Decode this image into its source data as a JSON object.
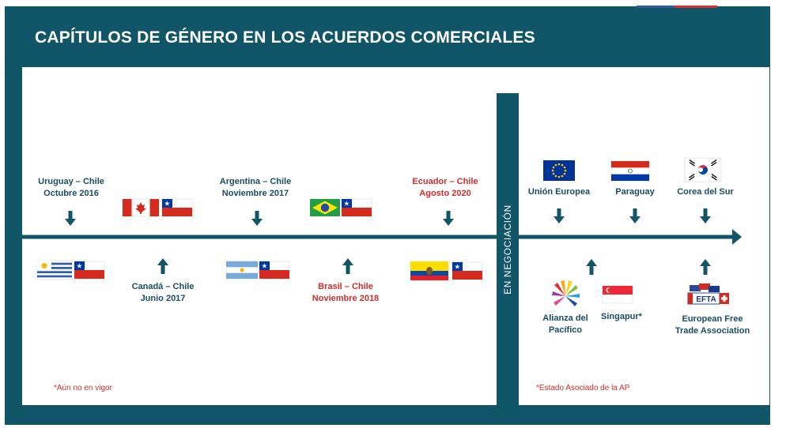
{
  "title": "CAPÍTULOS DE GÉNERO EN LOS ACUERDOS COMERCIALES",
  "negotiation_label": "EN NEGOCIACIÓN",
  "signed": {
    "uruguay": {
      "line1": "Uruguay – Chile",
      "line2": "Octubre 2016"
    },
    "canada": {
      "line1": "Canadá – Chile",
      "line2": "Junio 2017"
    },
    "argentina": {
      "line1": "Argentina – Chile",
      "line2": "Noviembre 2017"
    },
    "brasil": {
      "line1": "Brasil – Chile",
      "line2": "Noviembre 2018"
    },
    "ecuador": {
      "line1": "Ecuador – Chile",
      "line2": "Agosto 2020"
    }
  },
  "negotiating": {
    "ue": "Unión Europea",
    "paraguay": "Paraguay",
    "corea": "Corea del Sur",
    "alianza": {
      "line1": "Alianza del",
      "line2": "Pacífico"
    },
    "singapur": "Singapur*",
    "efta": {
      "line1": "European Free",
      "line2": "Trade Association",
      "logo_text": "EFTA"
    }
  },
  "notes": {
    "left": "*Aún no en vigor",
    "right": "*Estado Asociado de la AP"
  },
  "colors": {
    "frame": "#115568",
    "label": "#1a4d62",
    "highlight": "#d02d2d"
  }
}
